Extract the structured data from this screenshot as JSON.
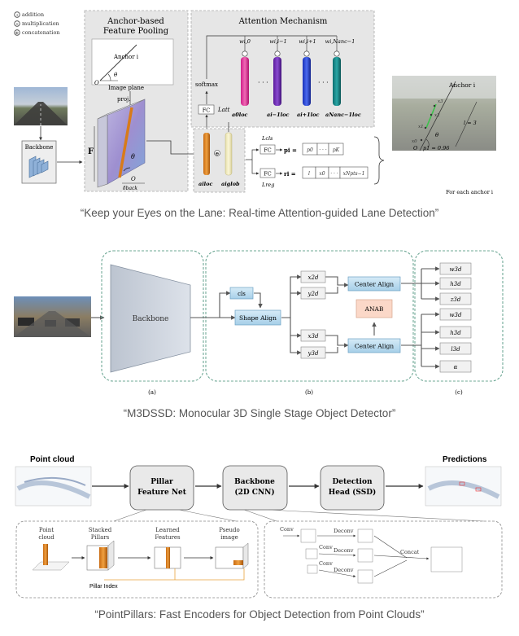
{
  "figure1": {
    "legend": [
      "addition",
      "multiplication",
      "concatenation"
    ],
    "pooling_title": [
      "Anchor-based",
      "Feature Pooling"
    ],
    "anchor_label": "Anchor i",
    "theta": "θ",
    "origin": "O",
    "image_plane": "Image plane",
    "proj": "proj.",
    "backbone": "Backbone",
    "F": "F",
    "delta_back": "O",
    "delta_sub": "δback",
    "attention_title": "Attention Mechanism",
    "softmax": "softmax",
    "fc": "FC",
    "l_att": "Latt",
    "weights": [
      "wi,0",
      "wi,i−1",
      "wi,i+1",
      "wi,Nanc−1"
    ],
    "loc_labels": [
      "a0loc",
      "ai−1loc",
      "ai+1loc",
      "aNanc−1loc"
    ],
    "ai_loc": "ailoc",
    "ai_glob": "aiglob",
    "l_cls": "Lcls",
    "l_reg": "Lreg",
    "p_i": "pi =",
    "r_i": "ri =",
    "p_cells": [
      "p0",
      "· · ·",
      "pK"
    ],
    "r_cells": [
      "l",
      "x0",
      "· · ·",
      "xNpts−1"
    ],
    "right_anchor": "Anchor i",
    "l_eq": "l = 3",
    "p1": "p1 = 0.96",
    "for_each": "For each anchor i"
  },
  "caption1": "“Keep your Eyes on the Lane: Real-time Attention-guided Lane Detection”",
  "figure2": {
    "backbone": "Backbone",
    "cls": "cls",
    "shape_align": "Shape Align",
    "center_align": "Center Align",
    "anab": "ANAB",
    "mid_top": [
      "x2d",
      "y2d"
    ],
    "mid_bottom": [
      "x3d",
      "y3d"
    ],
    "outputs": [
      "w3d",
      "h3d",
      "z3d",
      "w3d",
      "h3d",
      "l3d",
      "α"
    ],
    "labels": [
      "(a)",
      "(b)",
      "(c)"
    ]
  },
  "caption2": "“M3DSSD: Monocular 3D Single Stage Object Detector”",
  "figure3": {
    "point_cloud": "Point cloud",
    "predictions": "Predictions",
    "pfn": [
      "Pillar",
      "Feature Net"
    ],
    "backbone": [
      "Backbone",
      "(2D CNN)"
    ],
    "detection": [
      "Detection",
      "Head (SSD)"
    ],
    "sub_labels": [
      "Point\ncloud",
      "Stacked\nPillars",
      "Learned\nFeatures",
      "Pseudo\nimage"
    ],
    "pillar_index": "Pillar Index",
    "conv": "Conv",
    "deconv": "Deconv",
    "concat": "Concat"
  },
  "caption3": "“PointPillars: Fast Encoders for Object Detection from Point Clouds”"
}
